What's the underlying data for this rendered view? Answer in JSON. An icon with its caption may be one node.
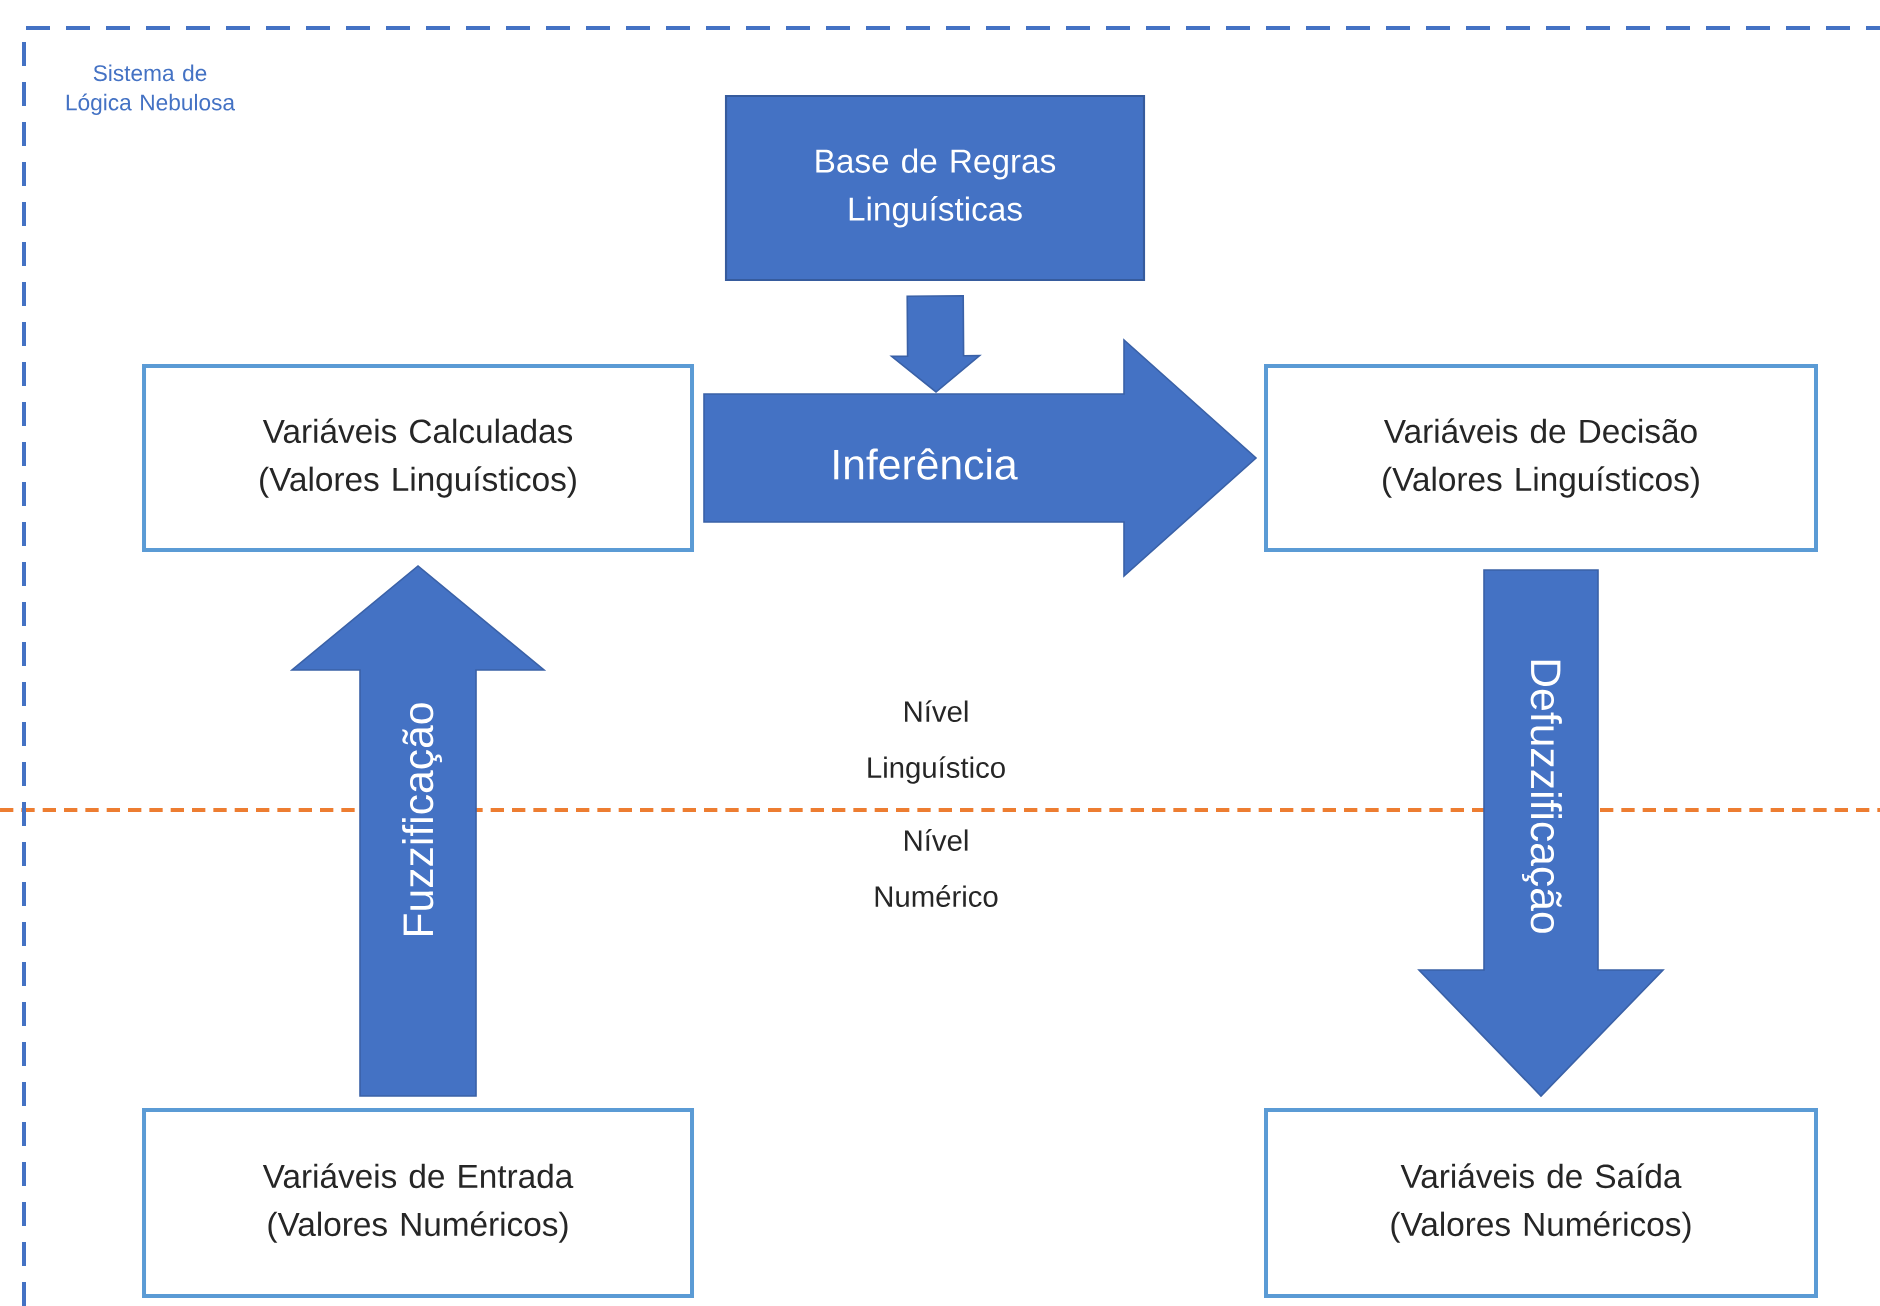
{
  "diagram": {
    "nodes": [
      {
        "text": [
          "Sistema de Lógica Nebulosa"
        ]
      },
      {
        "text": [
          "Base de Regras Linguísticas"
        ],
        "in": 0
      },
      {
        "text": [
          "Variáveis Calculadas (Valores Linguísticos)"
        ],
        "in": 0
      },
      {
        "text": [
          "Variáveis de Decisão (Valores Linguísticos)"
        ],
        "in": 0
      },
      {
        "text": [
          "Variáveis de Entrada (Valores Numéricos)"
        ],
        "in": 0
      },
      {
        "text": [
          "Variáveis de Saída (Valores Numéricos)"
        ],
        "in": 0
      }
    ],
    "edges": [
      {
        "from": 1,
        "to": null,
        "arrow": "to"
      },
      {
        "from": 2,
        "to": 3,
        "arrow": "to",
        "label": "Inferência"
      },
      {
        "from": 4,
        "to": 2,
        "arrow": "to",
        "label": "Fuzzificação"
      },
      {
        "from": 3,
        "to": 5,
        "arrow": "to",
        "label": "Defuzzificação"
      }
    ],
    "labels": [
      "Nível Linguístico",
      "Nível Numérico"
    ]
  }
}
